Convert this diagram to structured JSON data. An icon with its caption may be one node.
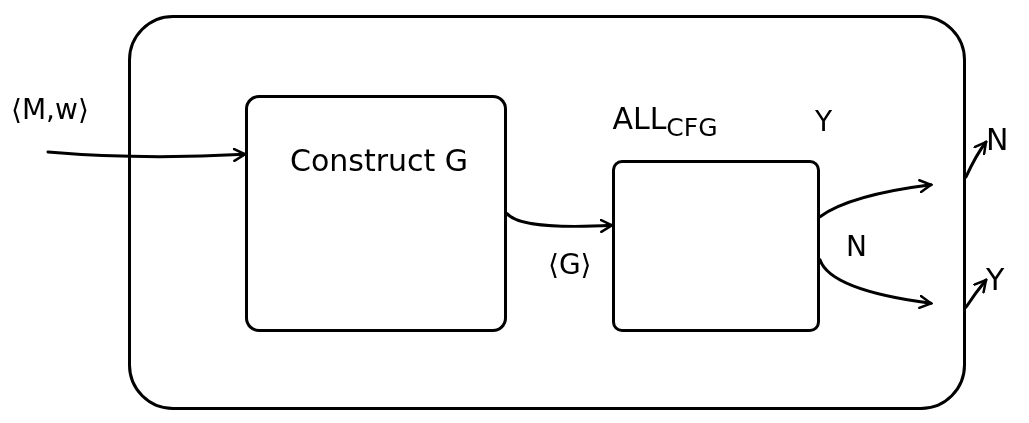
{
  "diagram": {
    "nodes": [
      {
        "text": [],
        "shape": "box"
      },
      {
        "text": [
          "Construct G"
        ],
        "in": 0
      },
      {
        "text": [
          "ALL$_{CFG}$"
        ],
        "in": 0
      },
      {
        "text": [
          "N"
        ]
      },
      {
        "text": [
          "Y"
        ]
      }
    ],
    "edges": [
      {
        "from": null,
        "to": 1,
        "arrow": "to",
        "label": "⟨M,w⟩"
      },
      {
        "from": 1,
        "to": 2,
        "arrow": "to",
        "label": "⟨G⟩"
      },
      {
        "from": 2,
        "to": 0,
        "arrow": "to",
        "label": "Y"
      },
      {
        "from": 2,
        "to": 0,
        "arrow": "to",
        "label": "N"
      },
      {
        "from": 0,
        "to": 3,
        "arrow": "to"
      },
      {
        "from": 0,
        "to": 4,
        "arrow": "to"
      }
    ]
  }
}
